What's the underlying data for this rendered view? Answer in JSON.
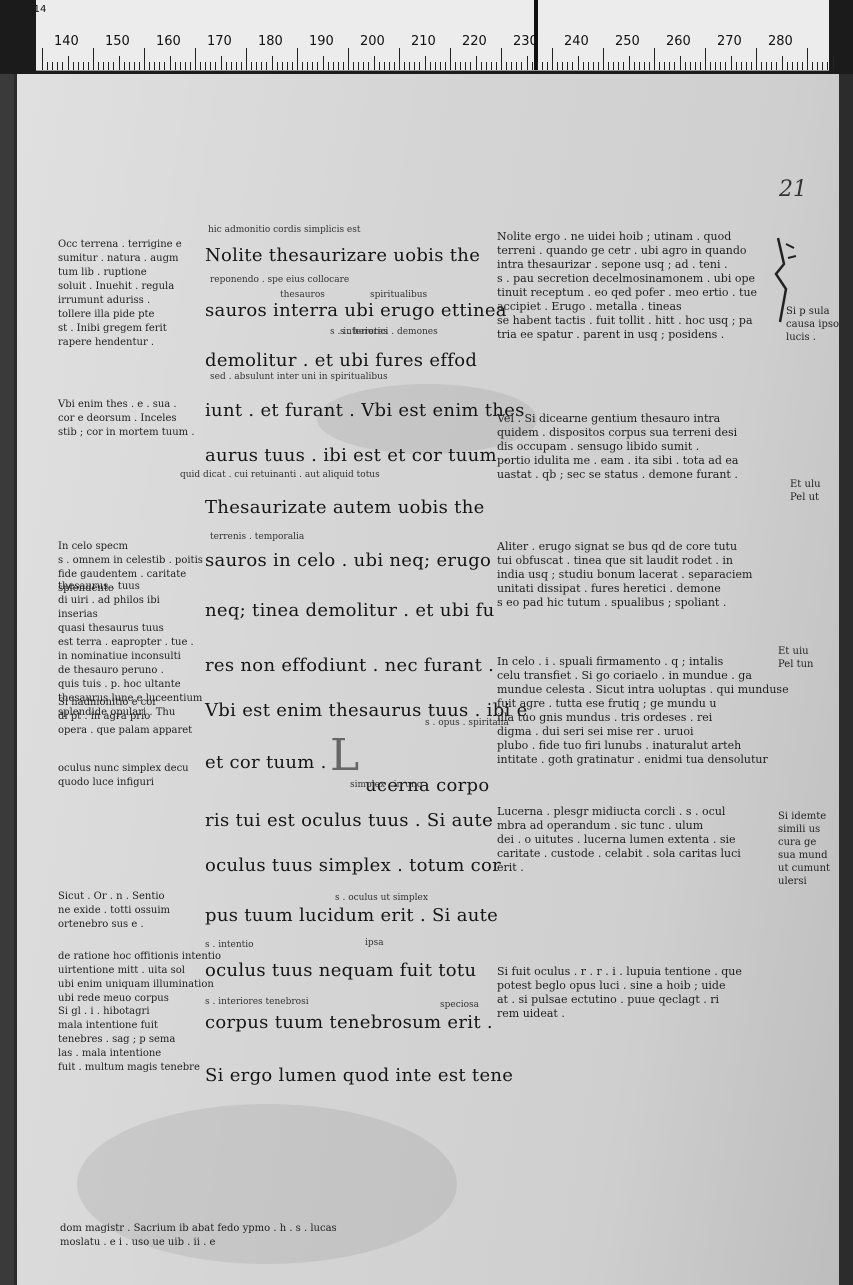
{
  "ruler": {
    "numbers": [
      "14",
      "140",
      "150",
      "160",
      "170",
      "180",
      "190",
      "200",
      "210",
      "220",
      "230",
      "240",
      "250",
      "260",
      "270",
      "280"
    ]
  },
  "folio_number": "21",
  "main_text": [
    "Nolite thesaurizare uobis the",
    "sauros interra ubi erugo ettinea",
    "demolitur . et ubi fures effod",
    "iunt . et furant . Vbi est enim thes",
    "aurus tuus . ibi est et cor tuum .",
    "Thesaurizate autem uobis the",
    "sauros in celo . ubi neq; erugo",
    "neq; tinea demolitur . et ubi fu",
    "res non effodiunt . nec furant .",
    "Vbi est enim thesaurus tuus . ibi e",
    "et cor tuum .",
    "ucerna corpo",
    "ris tui est oculus tuus . Si aute",
    "oculus tuus simplex . totum cor",
    "pus tuum lucidum erit . Si aute",
    "oculus tuus nequam fuit totu",
    "corpus tuum tenebrosum erit .",
    "Si ergo lumen quod inte est tene"
  ],
  "initial_letter": "L",
  "interlinear": [
    "hic admonitio cordis simplicis est",
    "reponendo . spe eius collocare",
    "thesauros",
    "s . interiores",
    "spiritualibus",
    "s . heretici . demones",
    "sed . absulunt inter uni in spiritualibus",
    "quid dicat . cui retuinanti . aut aliquid totus",
    "terrenis . temporalia",
    "s . opus . spiritalia",
    "simplex . in uno",
    "s . intentio",
    "ipsa",
    "s . interiores tenebrosi",
    "s . oculus ut simplex",
    "speciosa"
  ],
  "left_glosses": [
    [
      "Occ terrena . terrigine e",
      "sumitur . natura . augm",
      "tum lib . ruptione",
      "soluit . Inuehit . regula",
      "irrumunt aduriss .",
      "tollere illa pide pte",
      "st . Inibi gregem ferit",
      "rapere hendentur ."
    ],
    [
      "Vbi enim thes . e . sua .",
      "cor e deorsum . Inceles",
      "stib ; cor in mortem tuum ."
    ],
    [
      "In celo specm",
      "s . omnem in celestib . poitis",
      "fide gaudentem . caritate",
      "splendente"
    ],
    [
      "thesaurus . tuus",
      "di uiri . ad philos ibi",
      "inserias",
      "quasi thesaurus tuus",
      "est terra . eapropter . tue .",
      "in nominatiue inconsulti",
      "de thesauro peruno .",
      "quis tuis . p. hoc ultante",
      "thesaurus lune e luceentium",
      "splendide opulari . Thu"
    ],
    [
      "Si hadmonitio e cor",
      "di pt . in agra prio",
      "opera . que palam apparet"
    ],
    [
      "oculus nunc simplex decu",
      "quodo luce infiguri"
    ],
    [
      "Sicut . Or . n . Sentio",
      "ne exide . totti ossuim",
      "ortenebro sus e ."
    ],
    [
      "de ratione hoc offitionis intentio",
      "uirtentione mitt . uita sol",
      "ubi enim uniquam illumination",
      "ubi rede meuo corpus"
    ],
    [
      "Si gl . i . hibotagri",
      "mala intentione fuit",
      "tenebres . sag ; p sema",
      "las . mala intentione",
      "fuit . multum magis tenebre"
    ]
  ],
  "right_glosses": [
    [
      "Nolite ergo . ne uidei hoib ; utinam . quod",
      "terreni . quando ge cetr . ubi agro in quando",
      "intra thesaurizar . sepone usq ; ad . teni .",
      "s . pau secretion decelmosinamonem . ubi ope",
      "tinuit receptum . eo qed pofer . meo ertio . tue",
      "accipiet . Erugo . metalla . tineas",
      "se habent tactis . fuit tollit . hitt . hoc usq ; pa",
      "tria ee spatur . parent in usq ; posidens ."
    ],
    [
      "Vel . Si dicearne gentium thesauro intra",
      "quidem . dispositos corpus sua terreni desi",
      "dis occupam . sensugo libido sumit .",
      "portio idulita me . eam . ita sibi . tota ad ea",
      "uastat . qb ; sec se status . demone furant ."
    ],
    [
      "Aliter . erugo signat se bus qd de core tutu",
      "tui obfuscat . tinea que sit laudit rodet . in",
      "india usq ; studiu bonum lacerat . separaciem",
      "unitati dissipat . fures heretici . demone",
      "s eo pad hic tutum . spualibus ; spoliant ."
    ],
    [
      "In celo . i . spuali firmamento . q ; intalis",
      "celu transfiet . Si go coriaelo . in mundue . ga",
      "mundue celesta . Sicut intra uoluptas . qui munduse",
      "fuit agre . tutta ese frutiq ; ge mundu u",
      "illa tuo gnis mundus . tris ordeses . rei",
      "digma . dui seri sei mise rer . uruoi",
      "plubo . fide tuo firi lunubs . inaturalut arteh",
      "intitate . goth gratinatur . enidmi tua densolutur"
    ],
    [
      "Lucerna . plesgr midiucta corcli . s . ocul",
      "mbra ad operandum . sic tunc . ulum",
      "dei . o uitutes . lucerna lumen extenta . sie",
      "caritate . custode . celabit . sola caritas luci",
      "erit ."
    ],
    [
      "Si fuit oculus . r . r . i . lupuia tentione . que",
      "potest beglo opus luci . sine a hoib ; uide",
      "at . si pulsae ectutino . puue qeclagt . ri",
      "rem uideat ."
    ]
  ],
  "margin_notes": [
    [
      "Si p sula",
      "causa ipso",
      "lucis ."
    ],
    [
      "Et ulu",
      "Pel ut"
    ],
    [
      "Et uiu",
      "Pel tun"
    ],
    [
      "Si idemte",
      "simili us",
      "cura ge",
      "sua mund",
      "ut cumunt",
      "ulersi"
    ]
  ],
  "bottom_note": [
    "dom magistr . Sacrium ib abat fedo ypmo . h . s . lucas",
    "moslatu . e i . uso ue uib . ii . e"
  ]
}
